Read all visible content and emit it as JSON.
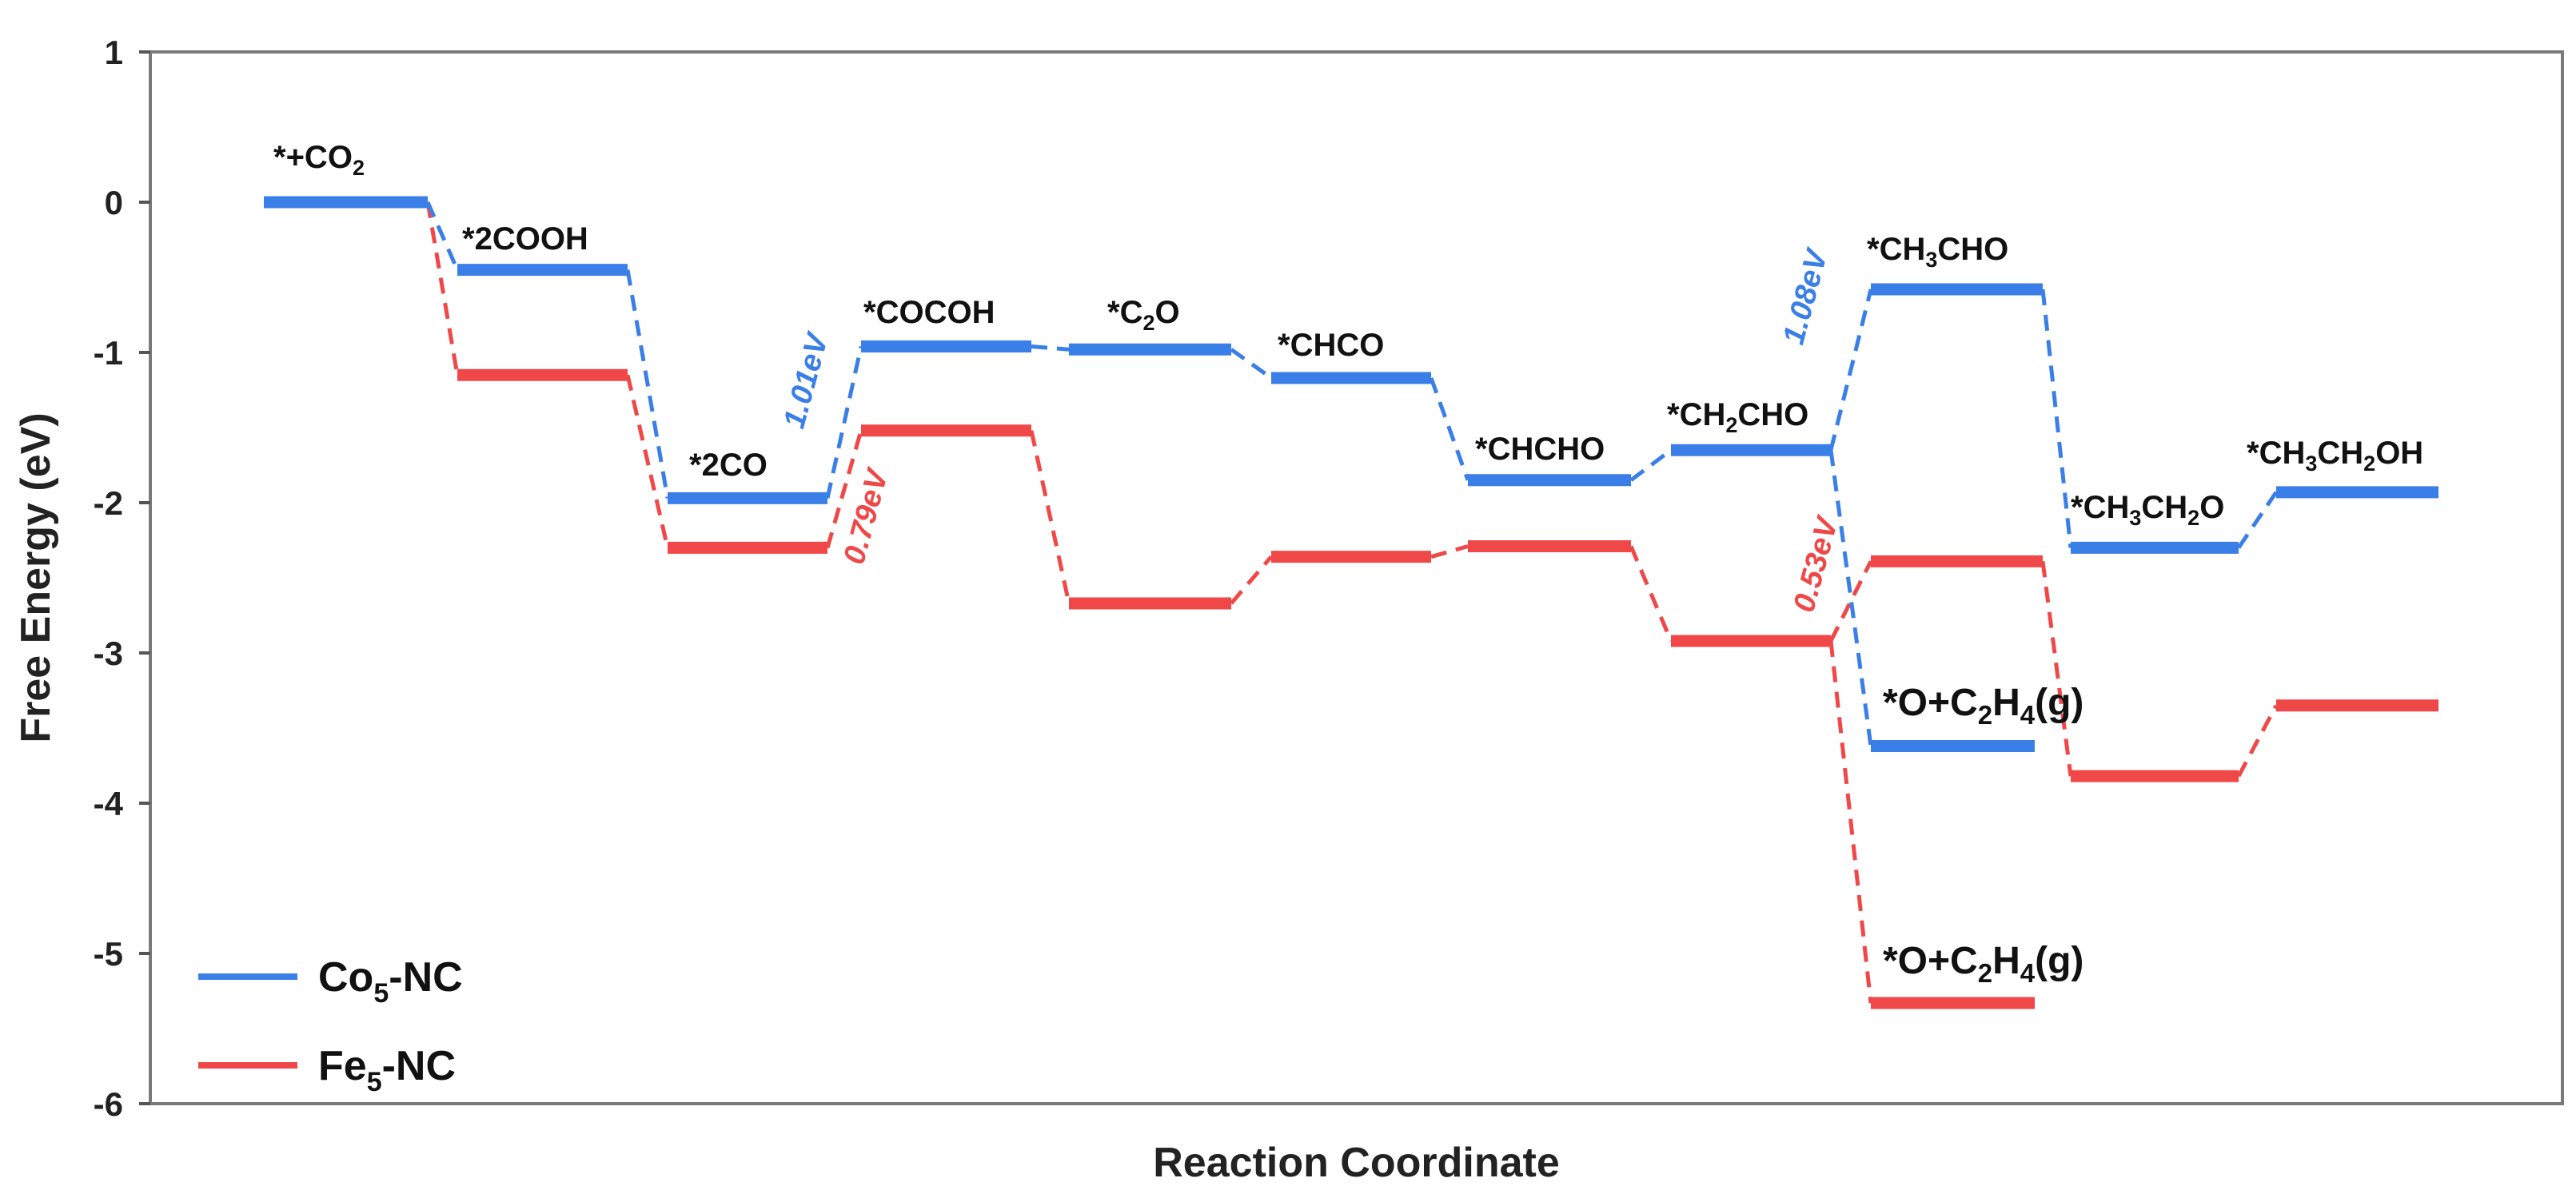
{
  "chart_data": {
    "type": "line",
    "title": "",
    "xlabel": "Reaction Coordinate",
    "ylabel": "Free Energy (eV)",
    "ylim": [
      -6,
      1
    ],
    "yticks": [
      1,
      0,
      -1,
      -2,
      -3,
      -4,
      -5,
      -6
    ],
    "grid": false,
    "legend": {
      "position": "bottom-left",
      "entries": [
        {
          "base": "Co",
          "sub": "5",
          "suffix": "-NC"
        },
        {
          "base": "Fe",
          "sub": "5",
          "suffix": "-NC"
        }
      ]
    },
    "colors": {
      "co": "#3a7fe8",
      "fe": "#f04848"
    },
    "series": [
      {
        "name": "Co5-NC",
        "color": "#3a7fe8",
        "levels": [
          {
            "step": 0,
            "y": 0.0
          },
          {
            "step": 1,
            "y": -0.45
          },
          {
            "step": 2,
            "y": -1.97
          },
          {
            "step": 3,
            "y": -0.96
          },
          {
            "step": 4,
            "y": -0.98
          },
          {
            "step": 5,
            "y": -1.17
          },
          {
            "step": 6,
            "y": -1.85
          },
          {
            "step": 7,
            "y": -1.65
          },
          {
            "step": 8,
            "y": -0.58,
            "label": "*CH3CHO",
            "branch": "main"
          },
          {
            "step": 8,
            "y": -3.62,
            "label": "*O+C2H4(g)",
            "branch": "alt"
          },
          {
            "step": 9,
            "y": -2.3
          },
          {
            "step": 10,
            "y": -1.93
          }
        ],
        "energy_barrier_labels": [
          "1.01eV",
          "1.08eV"
        ]
      },
      {
        "name": "Fe5-NC",
        "color": "#f04848",
        "levels": [
          {
            "step": 0,
            "y": 0.0
          },
          {
            "step": 1,
            "y": -1.15
          },
          {
            "step": 2,
            "y": -2.3
          },
          {
            "step": 3,
            "y": -1.52
          },
          {
            "step": 4,
            "y": -2.67
          },
          {
            "step": 5,
            "y": -2.36
          },
          {
            "step": 6,
            "y": -2.29
          },
          {
            "step": 7,
            "y": -2.92
          },
          {
            "step": 8,
            "y": -2.39,
            "branch": "main"
          },
          {
            "step": 8,
            "y": -5.33,
            "label": "*O+C2H4(g)",
            "branch": "alt"
          },
          {
            "step": 9,
            "y": -3.82
          },
          {
            "step": 10,
            "y": -3.35
          }
        ],
        "energy_barrier_labels": [
          "0.79eV",
          "0.53eV"
        ]
      }
    ],
    "intermediate_labels": [
      {
        "text": "*+CO2",
        "parts": [
          [
            "*+CO",
            ""
          ],
          [
            "2",
            "sub"
          ]
        ]
      },
      {
        "text": "*2COOH",
        "parts": [
          [
            "*2COOH",
            ""
          ]
        ]
      },
      {
        "text": "*2CO",
        "parts": [
          [
            "*2CO",
            ""
          ]
        ]
      },
      {
        "text": "*COCOH",
        "parts": [
          [
            "*COCOH",
            ""
          ]
        ]
      },
      {
        "text": "*C2O",
        "parts": [
          [
            "*C",
            ""
          ],
          [
            "2",
            "sub"
          ],
          [
            "O",
            ""
          ]
        ]
      },
      {
        "text": "*CHCO",
        "parts": [
          [
            "*CHCO",
            ""
          ]
        ]
      },
      {
        "text": "*CHCHO",
        "parts": [
          [
            "*CHCHO",
            ""
          ]
        ]
      },
      {
        "text": "*CH2CHO",
        "parts": [
          [
            "*CH",
            ""
          ],
          [
            "2",
            "sub"
          ],
          [
            "CHO",
            ""
          ]
        ]
      },
      {
        "text": "*CH3CHO",
        "parts": [
          [
            "*CH",
            ""
          ],
          [
            "3",
            "sub"
          ],
          [
            "CHO",
            ""
          ]
        ]
      },
      {
        "text": "*CH3CH2O",
        "parts": [
          [
            "*CH",
            ""
          ],
          [
            "3",
            "sub"
          ],
          [
            "CH",
            ""
          ],
          [
            "2",
            "sub"
          ],
          [
            "O",
            ""
          ]
        ]
      },
      {
        "text": "*CH3CH2OH",
        "parts": [
          [
            "*CH",
            ""
          ],
          [
            "3",
            "sub"
          ],
          [
            "CH",
            ""
          ],
          [
            "2",
            "sub"
          ],
          [
            "OH",
            ""
          ]
        ]
      },
      {
        "text": "*O+C2H4(g)",
        "parts": [
          [
            "*O+C",
            ""
          ],
          [
            "2",
            "sub"
          ],
          [
            "H",
            ""
          ],
          [
            "4",
            "sub"
          ],
          [
            "(g)",
            ""
          ]
        ]
      },
      {
        "text": "*O+C2H4(g)",
        "parts": [
          [
            "*O+C",
            ""
          ],
          [
            "2",
            "sub"
          ],
          [
            "H",
            ""
          ],
          [
            "4",
            "sub"
          ],
          [
            "(g)",
            ""
          ]
        ]
      }
    ],
    "barrier_labels": [
      {
        "text": "1.01eV",
        "series": "co"
      },
      {
        "text": "0.79eV",
        "series": "fe"
      },
      {
        "text": "1.08eV",
        "series": "co"
      },
      {
        "text": "0.53eV",
        "series": "fe"
      }
    ]
  }
}
